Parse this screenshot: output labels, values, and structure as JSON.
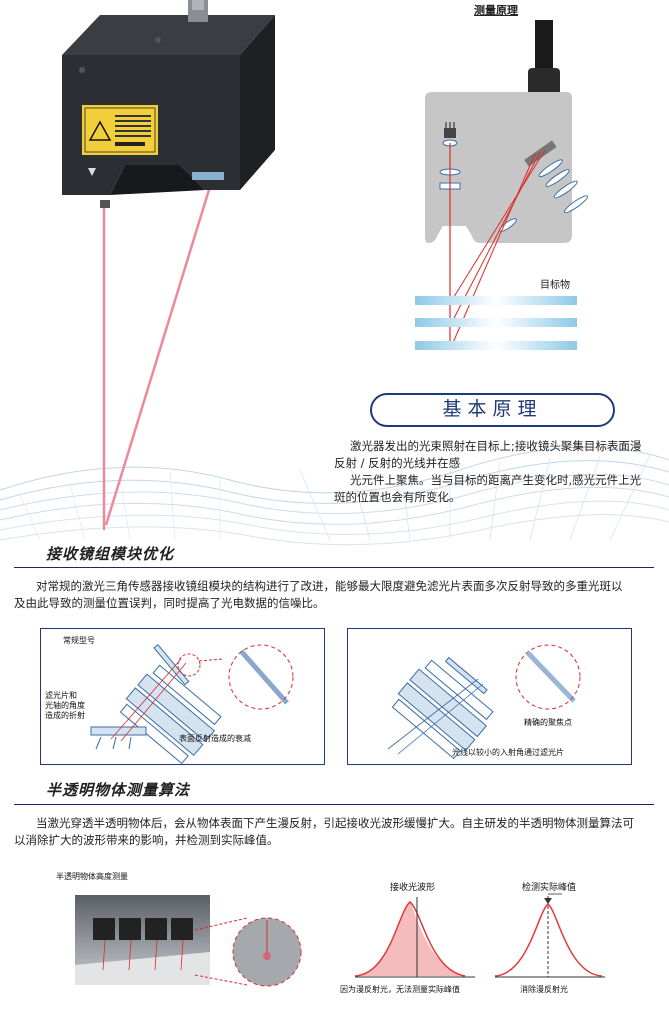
{
  "principle": {
    "diagram_title": "测量原理",
    "target_label": "目标物",
    "heading": "基本原理",
    "desc_lines": [
      "激光器发出的光束照射在目标上;接收镜头聚集目标表面漫",
      "反射 / 反射的光线并在感",
      "光元件上聚焦。当与目标的距离产生变化时,感光元件上光",
      "斑的位置也会有所变化。"
    ]
  },
  "section1": {
    "title": "接收镜组模块优化",
    "body_lines": [
      "对常规的激光三角传感器接收镜组模块的结构进行了改进，能够最大限度避免滤光片表面多次反射导致的多重光斑以",
      "及由此导致的测量位置误判，同时提高了光电数据的信噪比。"
    ],
    "box_left": {
      "label_top": "常规型号",
      "label_side": [
        "滤光片和",
        "光轴的角度",
        "造成的折射"
      ],
      "caption": "表面反射造成的衰减"
    },
    "box_right": {
      "label_focus": "精确的聚焦点",
      "caption": "光线以较小的入射角通过滤光片"
    }
  },
  "section2": {
    "title": "半透明物体测量算法",
    "body_lines": [
      "当激光穿透半透明物体后，会从物体表面下产生漫反射，引起接收光波形缓慢扩大。自主研发的半透明物体测量算法可",
      "以消除扩大的波形带来的影响，并检测到实际峰值。"
    ],
    "photo_label": "半透明物体高度测量",
    "wave1_title": "接收光波形",
    "wave1_caption": "因为漫反射光，无法测量实际峰值",
    "wave2_title": "检测实际峰值",
    "wave2_caption": "消除漫反射光"
  },
  "colors": {
    "navy": "#1f3a7a",
    "laser": "#e05a6e",
    "wave": "#e03a3a"
  }
}
